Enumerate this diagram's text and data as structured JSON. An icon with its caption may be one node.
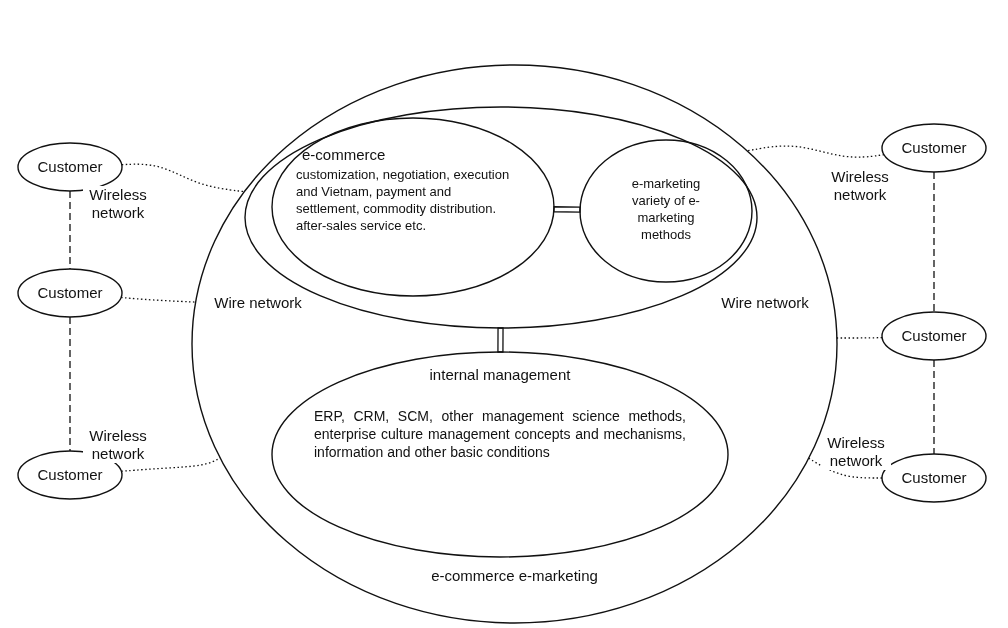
{
  "diagram": {
    "nodes": [
      {
        "text": [
          "e-commerce e-marketing"
        ]
      },
      {
        "text": [],
        "shape": "ellipse",
        "in": 0
      },
      {
        "text": [
          "e-commerce",
          "customization, negotiation, execution and Vietnam, payment and settlement, commodity distribution. after-sales service etc."
        ],
        "in": 1
      },
      {
        "text": [
          "e-marketing variety of e-marketing methods"
        ],
        "in": 1
      },
      {
        "text": [
          "internal management",
          "ERP, CRM, SCM, other management science methods, enterprise culture management concepts and mechanisms, information and other basic conditions"
        ],
        "in": 0
      },
      {
        "text": [
          "Customer"
        ]
      },
      {
        "text": [
          "Customer"
        ]
      },
      {
        "text": [
          "Customer"
        ]
      },
      {
        "text": [
          "Customer"
        ]
      },
      {
        "text": [
          "Customer"
        ]
      },
      {
        "text": [
          "Customer"
        ]
      }
    ],
    "edges": [
      {
        "from": 5,
        "to": 0,
        "arrow": "none",
        "label": "Wireless network",
        "style": "dashed"
      },
      {
        "from": 6,
        "to": 0,
        "arrow": "none",
        "label": "Wire network",
        "style": "dashed"
      },
      {
        "from": 7,
        "to": 0,
        "arrow": "none",
        "label": "Wireless network",
        "style": "dashed"
      },
      {
        "from": 8,
        "to": 0,
        "arrow": "none",
        "label": "Wireless network",
        "style": "dashed"
      },
      {
        "from": 9,
        "to": 0,
        "arrow": "none",
        "label": "Wire network",
        "style": "dashed"
      },
      {
        "from": 10,
        "to": 0,
        "arrow": "none",
        "label": "Wireless network",
        "style": "dashed"
      },
      {
        "from": 5,
        "to": 6,
        "arrow": "none",
        "style": "dashed"
      },
      {
        "from": 6,
        "to": 7,
        "arrow": "none",
        "style": "dashed"
      },
      {
        "from": 8,
        "to": 9,
        "arrow": "none",
        "style": "dashed"
      },
      {
        "from": 9,
        "to": 10,
        "arrow": "none",
        "style": "dashed"
      },
      {
        "from": 2,
        "to": 3,
        "arrow": "none"
      },
      {
        "from": 1,
        "to": 4,
        "arrow": "none"
      }
    ]
  }
}
